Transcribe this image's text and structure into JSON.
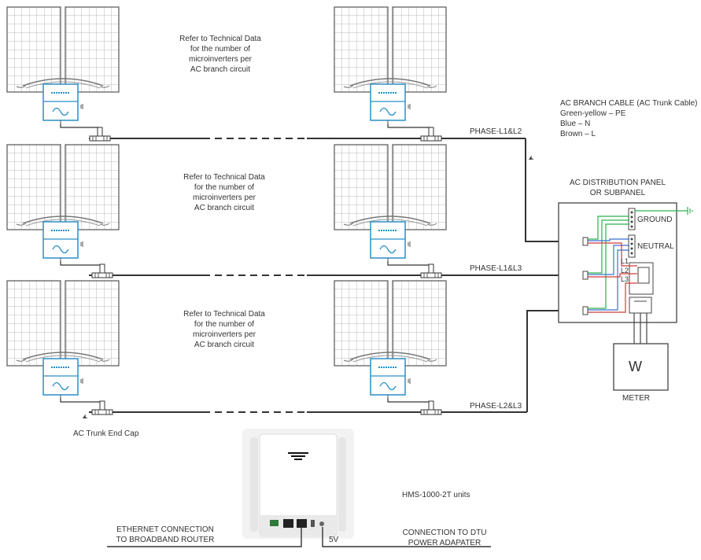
{
  "notes": [
    [
      "Refer to Technical Data",
      "for the number of",
      "microinverters per",
      "AC branch circuit"
    ],
    [
      "Refer to Technical Data",
      "for the number of",
      "microinverters per",
      "AC branch circuit"
    ],
    [
      "Refer to Technical Data",
      "for the number of",
      "microinverters per",
      "AC branch circuit"
    ]
  ],
  "cable_legend": {
    "title": "AC BRANCH CABLE (AC Trunk Cable)",
    "lines": [
      "Green-yellow – PE",
      "Blue – N",
      "Brown – L"
    ]
  },
  "phases": [
    "PHASE-L1&L2",
    "PHASE-L1&L3",
    "PHASE-L2&L3"
  ],
  "panel": {
    "title_line1": "AC DISTRIBUTION PANEL",
    "title_line2": "OR SUBPANEL",
    "ground": "GROUND",
    "neutral": "NEUTRAL",
    "l1": "L1",
    "l2": "L2",
    "l3": "L3"
  },
  "meter": {
    "symbol": "W",
    "label": "METER"
  },
  "end_cap": "AC Trunk End Cap",
  "dtu": {
    "model": "HMS-1000-2T units",
    "ethernet_line1": "ETHERNET CONNECTION",
    "ethernet_line2": "TO BROADBAND ROUTER",
    "power_line1": "CONNECTION TO DTU",
    "power_line2": "POWER ADAPATER",
    "voltage": "5V"
  },
  "colors": {
    "line": "#333333",
    "inverter": "#2a8fc7",
    "pe_green": "#2bb24c",
    "neutral_blue": "#3b6fd4",
    "live_red": "#d23a3a"
  }
}
